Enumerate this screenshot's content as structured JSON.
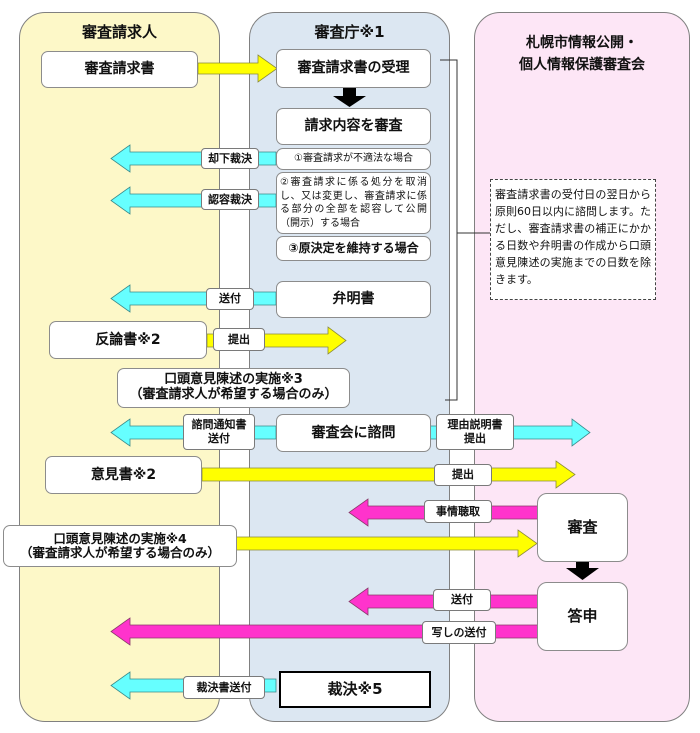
{
  "lanes": {
    "requester": "審査請求人",
    "agency": "審査庁※1",
    "council_line1": "札幌市情報公開・",
    "council_line2": "個人情報保護審査会"
  },
  "boxes": {
    "request_doc": "審査請求書",
    "receipt": "審査請求書の受理",
    "review_content": "請求内容を審査",
    "case1": "①審査請求が不適法な場合",
    "case2": "②審査請求に係る処分を取消し、又は変更し、審査請求に係る部分の全部を認容して公開（開示）する場合",
    "case3": "③原決定を維持する場合",
    "explanation": "弁明書",
    "rebuttal": "反論書※2",
    "oral1_line1": "口頭意見陳述の実施※3",
    "oral1_line2": "（審査請求人が希望する場合のみ）",
    "consult": "審査会に諮問",
    "opinion": "意見書※2",
    "oral2_line1": "口頭意見陳述の実施※4",
    "oral2_line2": "（審査請求人が希望する場合のみ）",
    "deliberation": "審査",
    "report": "答申",
    "decision": "裁決※5"
  },
  "labels": {
    "dismissal": "却下裁決",
    "approval": "認容裁決",
    "send": "送付",
    "submit": "提出",
    "consult_notice_line1": "諮問通知書",
    "consult_notice_line2": "送付",
    "reason_line1": "理由説明書",
    "reason_line2": "提出",
    "submit2": "提出",
    "hearing": "事情聴取",
    "send2": "送付",
    "copy_send": "写しの送付",
    "decision_send": "裁決書送付"
  },
  "note": "審査請求書の受付日の翌日から原則60日以内に諮問します。ただし、審査請求書の補正にかかる日数や弁明書の作成から口頭意見陳述の実施までの日数を除きます。",
  "colors": {
    "requester_lane": "#fdf8c8",
    "agency_lane": "#dce7f2",
    "council_lane": "#fde6f6",
    "yellow_arrow": "#ffff00",
    "cyan_arrow": "#66ffff",
    "magenta_arrow": "#ff33cc"
  }
}
